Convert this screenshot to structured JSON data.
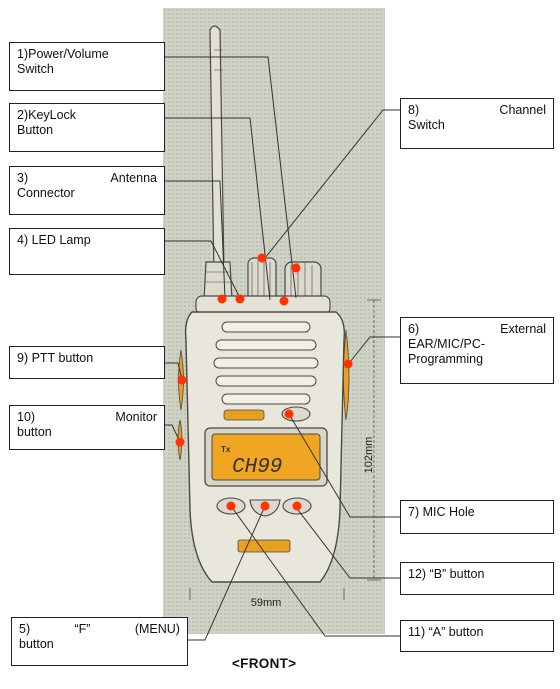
{
  "labels": {
    "power_volume": [
      "1)Power/Volume",
      "Switch"
    ],
    "keylock": [
      "2)KeyLock",
      "Button"
    ],
    "antenna": [
      "3)",
      "Antenna",
      "Connector"
    ],
    "led": "4) LED Lamp",
    "f_menu": [
      "5)",
      "“F”",
      "(MENU)",
      "button"
    ],
    "external": [
      "6)",
      "External",
      "EAR/MIC/PC-",
      "Programming"
    ],
    "mic_hole": "7) MIC Hole",
    "channel": [
      "8)",
      "Channel",
      "Switch"
    ],
    "ptt": "9) PTT button",
    "monitor": [
      "10)",
      "Monitor",
      "button"
    ],
    "a_button": "11) “A” button",
    "b_button": "12) “B” button"
  },
  "dimensions": {
    "height": "102mm",
    "width": "59mm"
  },
  "caption": "<FRONT>",
  "device": {
    "lcd_text": "CH99",
    "model_badge": ""
  },
  "colors": {
    "marker": "#ff3300",
    "body": "#e9e6db",
    "outline": "#4a4a44",
    "lcd": "#f0a623",
    "side_accent": "#e8a020"
  }
}
